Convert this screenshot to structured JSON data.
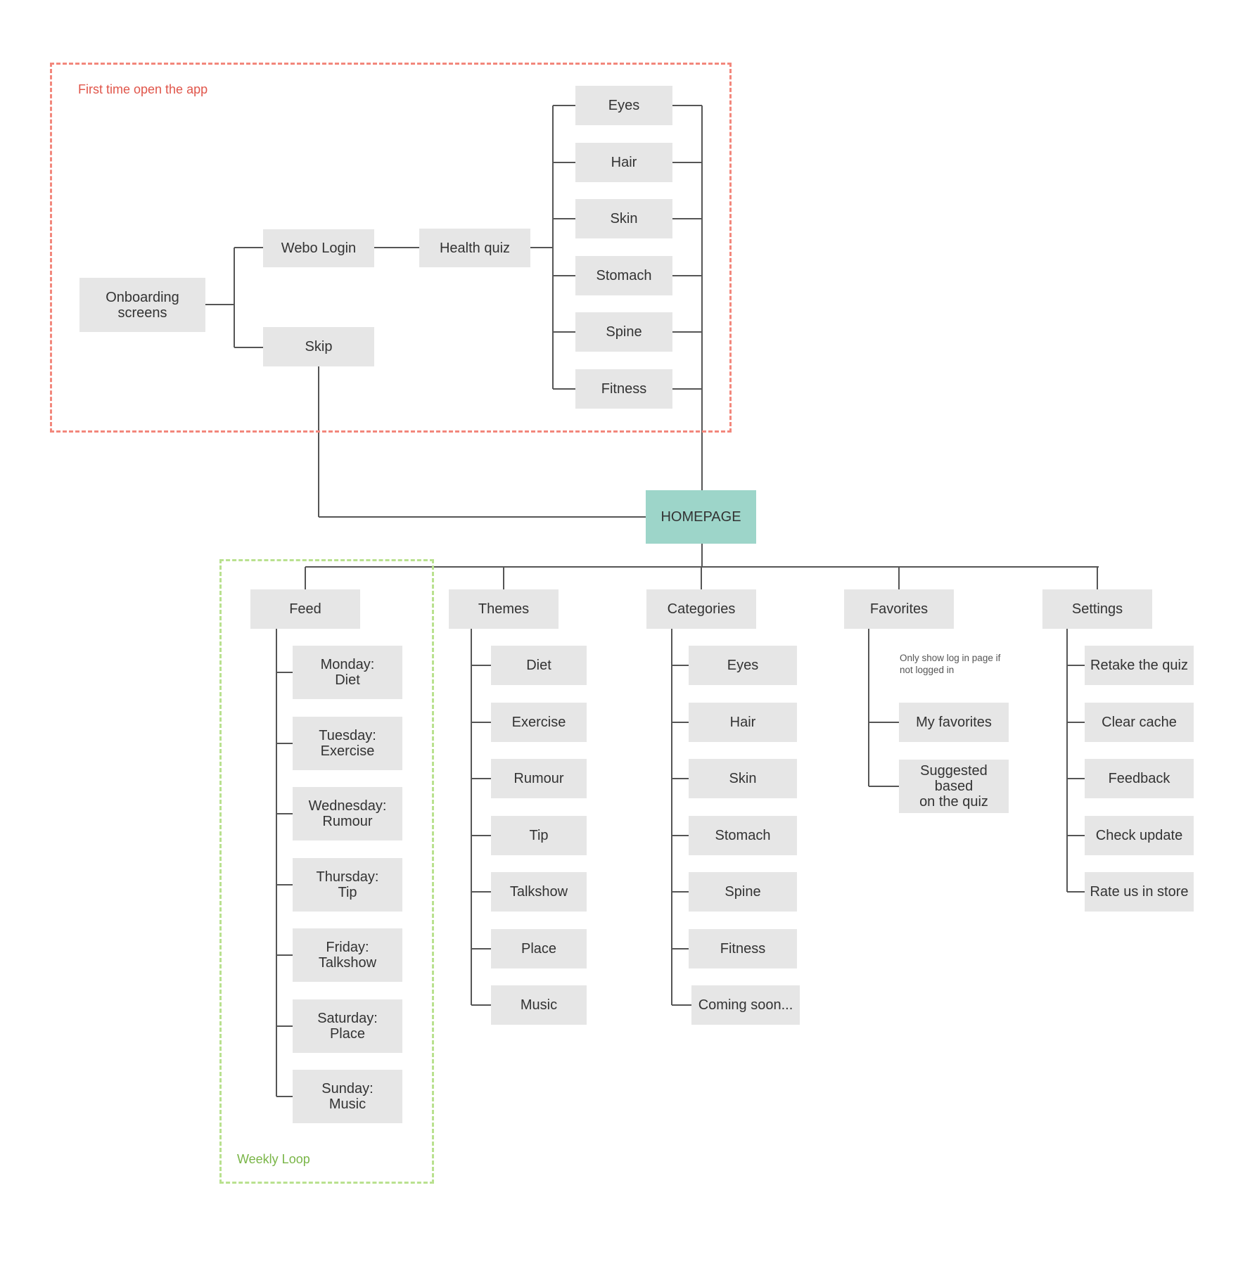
{
  "groups": {
    "first_time": {
      "label": "First time open the app"
    },
    "weekly": {
      "label": "Weekly Loop"
    }
  },
  "onboarding": {
    "start": "Onboarding screens",
    "login": "Webo Login",
    "skip": "Skip",
    "quiz": "Health quiz",
    "quiz_items": [
      "Eyes",
      "Hair",
      "Skin",
      "Stomach",
      "Spine",
      "Fitness"
    ]
  },
  "homepage": "HOMEPAGE",
  "sections": {
    "feed": {
      "title": "Feed",
      "items": [
        "Monday:\nDiet",
        "Tuesday:\nExercise",
        "Wednesday:\nRumour",
        "Thursday:\nTip",
        "Friday:\nTalkshow",
        "Saturday:\nPlace",
        "Sunday:\nMusic"
      ]
    },
    "themes": {
      "title": "Themes",
      "items": [
        "Diet",
        "Exercise",
        "Rumour",
        "Tip",
        "Talkshow",
        "Place",
        "Music"
      ]
    },
    "categories": {
      "title": "Categories",
      "items": [
        "Eyes",
        "Hair",
        "Skin",
        "Stomach",
        "Spine",
        "Fitness",
        "Coming soon..."
      ]
    },
    "favorites": {
      "title": "Favorites",
      "note": "Only show log in page if not logged in",
      "items": [
        "My favorites",
        "Suggested based\non the quiz"
      ]
    },
    "settings": {
      "title": "Settings",
      "items": [
        "Retake the quiz",
        "Clear cache",
        "Feedback",
        "Check update",
        "Rate us in store"
      ]
    }
  },
  "colors": {
    "node_fill": "#e6e6e6",
    "homepage_fill": "#9dd5c9",
    "connector": "#555555",
    "first_time_border": "#f2877c",
    "weekly_border": "#b9e18f"
  }
}
